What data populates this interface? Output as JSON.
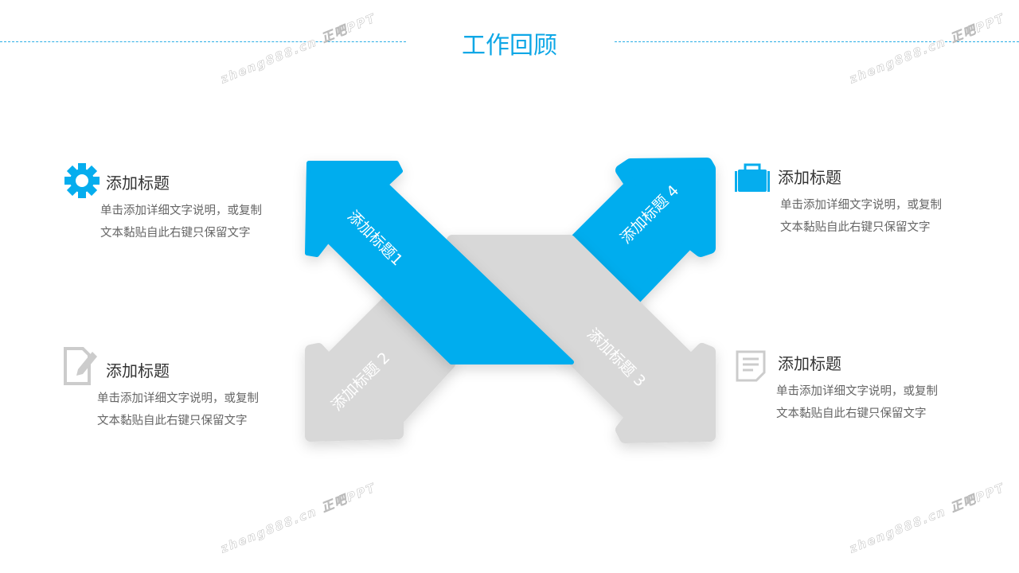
{
  "title": "工作回顾",
  "watermark": "zheng888.cn 正吧PPT",
  "arrows": [
    "添加标题1",
    "添加标题 2",
    "添加标题 3",
    "添加标题 4"
  ],
  "items": [
    {
      "icon": "gear-icon",
      "title": "添加标题",
      "desc1": "单击添加详细文字说明，或复制",
      "desc2": "文本黏贴自此右键只保留文字"
    },
    {
      "icon": "edit-document-icon",
      "title": "添加标题",
      "desc1": "单击添加详细文字说明，或复制",
      "desc2": "文本黏贴自此右键只保留文字"
    },
    {
      "icon": "briefcase-icon",
      "title": "添加标题",
      "desc1": "单击添加详细文字说明，或复制",
      "desc2": "文本黏贴自此右键只保留文字"
    },
    {
      "icon": "document-icon",
      "title": "添加标题",
      "desc1": "单击添加详细文字说明，或复制",
      "desc2": "文本黏贴自此右键只保留文字"
    }
  ],
  "colors": {
    "blue": "#05adee",
    "gray": "#d8d8d8"
  }
}
